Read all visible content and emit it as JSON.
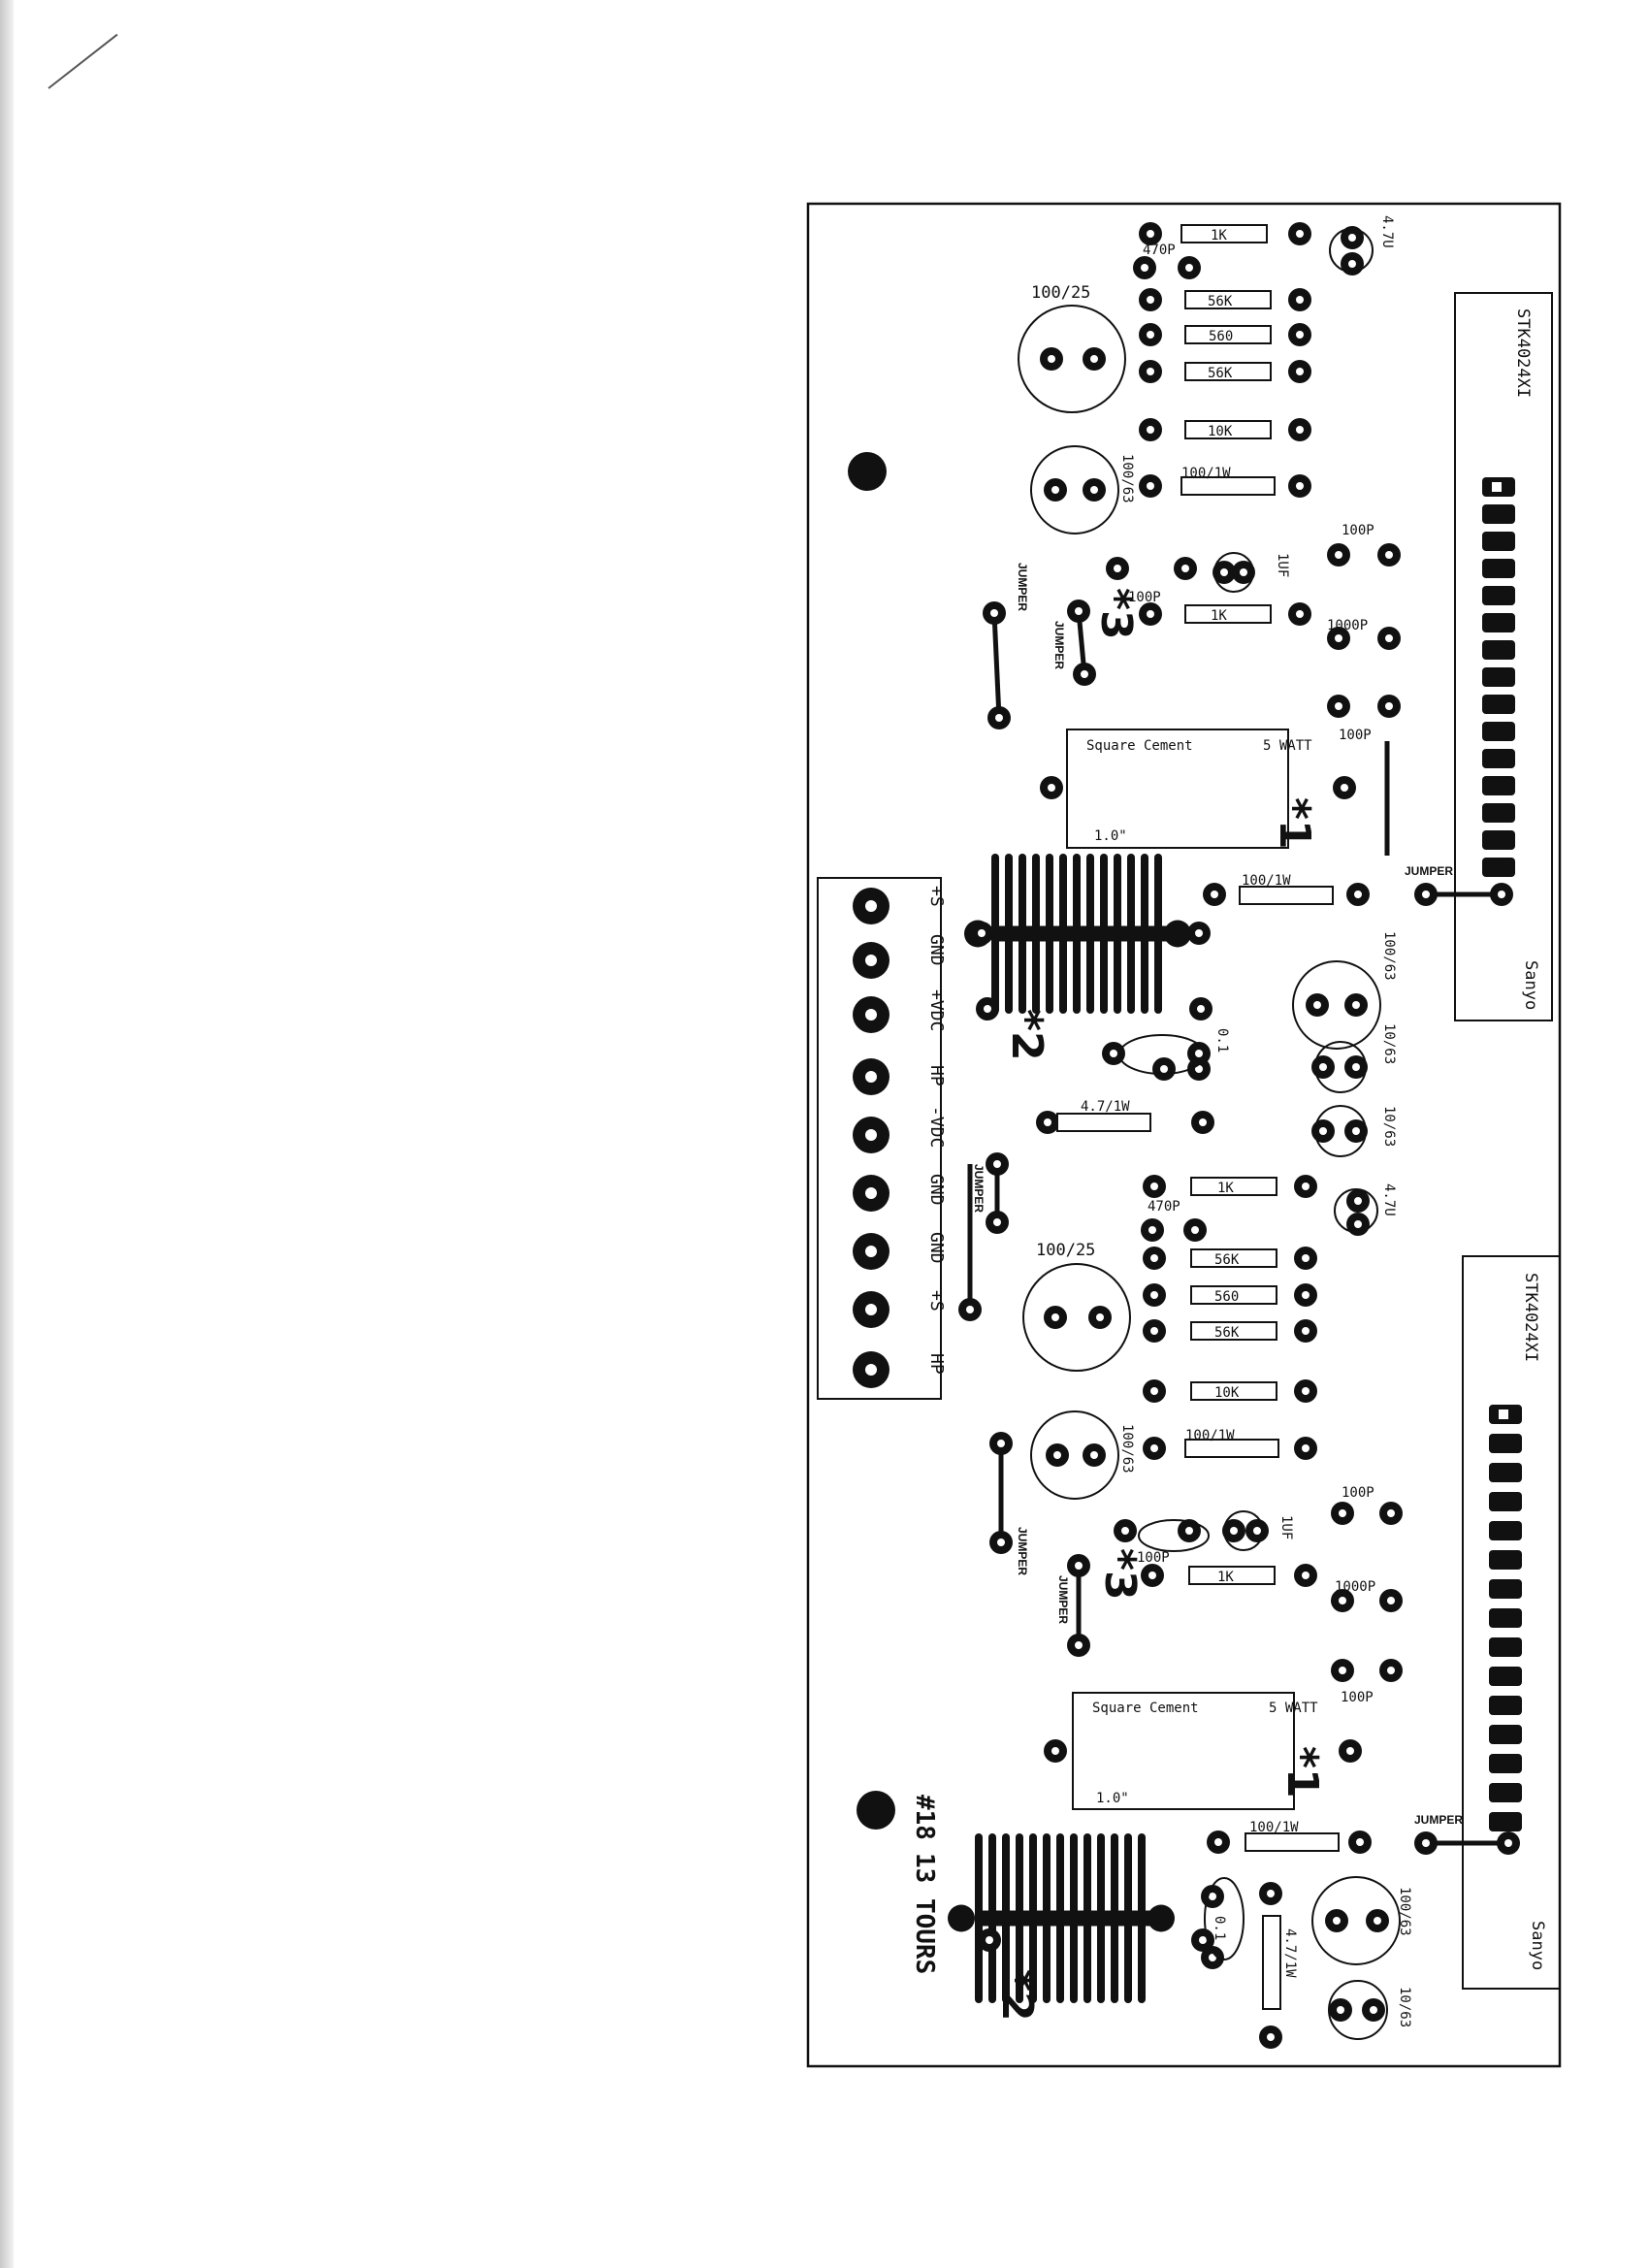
{
  "board": {
    "rail_terminal_labels": [
      "+S",
      "GND",
      "+VDC",
      "HP",
      "-VDC",
      "GND",
      "GND",
      "+S",
      "HP"
    ],
    "board_mark": "#18",
    "winding_note": "13 TOURS"
  },
  "channels": [
    {
      "ic": {
        "part": "STK4024XI",
        "maker": "Sanyo"
      },
      "resistors": {
        "r1k_a": "1K",
        "r56k_a": "56K",
        "r560": "560",
        "r56k_b": "56K",
        "r10k": "10K",
        "r100_1w_a": "100/1W",
        "r1k_b": "1K",
        "r100_1w_b": "100/1W",
        "r47_1w": "4.7/1W"
      },
      "capacitors": {
        "c470p": "470P",
        "c47u": "4.7U",
        "c100_25": "100/25",
        "c100_63_a": "100/63",
        "c100p_a": "100P",
        "c1uf": "1UF",
        "c100p_b": "100P",
        "c1000p": "1000P",
        "c100p_c": "100P",
        "c100_63_b": "100/63",
        "c10_63_a": "10/63",
        "c10_63_b": "10/63",
        "c01": "0.1"
      },
      "power_resistor": {
        "type": "Square Cement",
        "rating": "5 WATT",
        "size": "1.0\""
      },
      "jumper_label": "JUMPER",
      "notes": {
        "n1": "*1",
        "n2": "*2",
        "n3": "*3"
      }
    },
    {
      "ic": {
        "part": "STK4024XI",
        "maker": "Sanyo"
      },
      "resistors": {
        "r1k_a": "1K",
        "r56k_a": "56K",
        "r560": "560",
        "r56k_b": "56K",
        "r10k": "10K",
        "r100_1w_a": "100/1W",
        "r1k_b": "1K",
        "r100_1w_b": "100/1W",
        "r47_1w": "4.7/1W"
      },
      "capacitors": {
        "c470p": "470P",
        "c47u": "4.7U",
        "c100_25": "100/25",
        "c100_63_a": "100/63",
        "c100p_a": "100P",
        "c1uf": "1UF",
        "c100p_b": "100P",
        "c1000p": "1000P",
        "c100p_c": "100P",
        "c100_63_b": "100/63",
        "c10_63_a": "10/63",
        "c01": "0.1"
      },
      "power_resistor": {
        "type": "Square Cement",
        "rating": "5 WATT",
        "size": "1.0\""
      },
      "jumper_label": "JUMPER",
      "notes": {
        "n1": "*1",
        "n2": "*2",
        "n3": "*3"
      }
    }
  ]
}
